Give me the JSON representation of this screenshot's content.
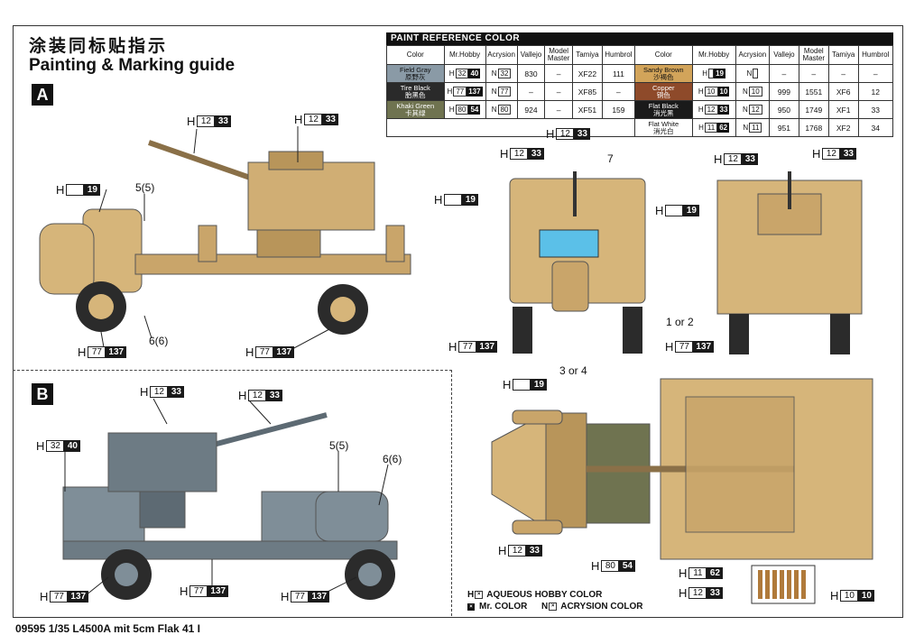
{
  "title_cn": "涂装同标贴指示",
  "title_en": "Painting & Marking guide",
  "paint_table": {
    "heading": "PAINT REFERENCE COLOR",
    "headers": [
      "Color",
      "Mr.Hobby",
      "Acrysion",
      "Vallejo",
      "Model Master",
      "Tamiya",
      "Humbrol"
    ],
    "left": [
      {
        "color_en": "Field Gray",
        "color_cn": "原野灰",
        "swatch": "#8a9aa6",
        "h": "32",
        "c": "40",
        "n": "32",
        "vallejo": "830",
        "mm": "–",
        "tamiya": "XF22",
        "humbrol": "111"
      },
      {
        "color_en": "Tire Black",
        "color_cn": "胎黑色",
        "swatch": "#2a2a2a",
        "h": "77",
        "c": "137",
        "n": "77",
        "vallejo": "–",
        "mm": "–",
        "tamiya": "XF85",
        "humbrol": "–"
      },
      {
        "color_en": "Khaki Green",
        "color_cn": "卡其绿",
        "swatch": "#6f7350",
        "h": "80",
        "c": "54",
        "n": "80",
        "vallejo": "924",
        "mm": "–",
        "tamiya": "XF51",
        "humbrol": "159"
      }
    ],
    "right": [
      {
        "color_en": "Sandy Brown",
        "color_cn": "沙褐色",
        "swatch": "#d2a45a",
        "h": "",
        "c": "19",
        "n": "",
        "vallejo": "–",
        "mm": "–",
        "tamiya": "–",
        "humbrol": "–"
      },
      {
        "color_en": "Copper",
        "color_cn": "铜色",
        "swatch": "#8e4a2a",
        "h": "10",
        "c": "10",
        "n": "10",
        "vallejo": "999",
        "mm": "1551",
        "tamiya": "XF6",
        "humbrol": "12"
      },
      {
        "color_en": "Flat Black",
        "color_cn": "消光黑",
        "swatch": "#1a1a1a",
        "h": "12",
        "c": "33",
        "n": "12",
        "vallejo": "950",
        "mm": "1749",
        "tamiya": "XF1",
        "humbrol": "33"
      },
      {
        "color_en": "Flat White",
        "color_cn": "消光白",
        "swatch": "#ffffff",
        "h": "11",
        "c": "62",
        "n": "11",
        "vallejo": "951",
        "mm": "1768",
        "tamiya": "XF2",
        "humbrol": "34"
      }
    ]
  },
  "sections": {
    "a": "A",
    "b": "B"
  },
  "callouts": {
    "h19": {
      "h": "H",
      "box": "",
      "blk": "19"
    },
    "h1233": {
      "h": "H",
      "box": "12",
      "blk": "33"
    },
    "h77137": {
      "h": "H",
      "box": "77",
      "blk": "137"
    },
    "h3240": {
      "h": "H",
      "box": "32",
      "blk": "40"
    },
    "h8054": {
      "h": "H",
      "box": "80",
      "blk": "54"
    },
    "h1162": {
      "h": "H",
      "box": "11",
      "blk": "62"
    },
    "h1010": {
      "h": "H",
      "box": "10",
      "blk": "10"
    }
  },
  "labels": {
    "a_55": "5(5)",
    "a_66": "6(6)",
    "b_55": "5(5)",
    "b_66": "6(6)",
    "front_7": "7",
    "front_3or4": "3 or 4",
    "rear_1or2": "1 or 2"
  },
  "legend": {
    "aqueous": "AQUEOUS HOBBY COLOR",
    "mr": "Mr. COLOR",
    "acrysion": "ACRYSION COLOR"
  },
  "footer": "09595 1/35 L4500A mit 5cm Flak 41 I",
  "colors": {
    "sand": "#d6b57a",
    "sand_dark": "#b8955a",
    "gray": "#7f8e98",
    "gray_dark": "#5d6a73",
    "tire": "#2b2b2b",
    "frame": "#333333"
  }
}
